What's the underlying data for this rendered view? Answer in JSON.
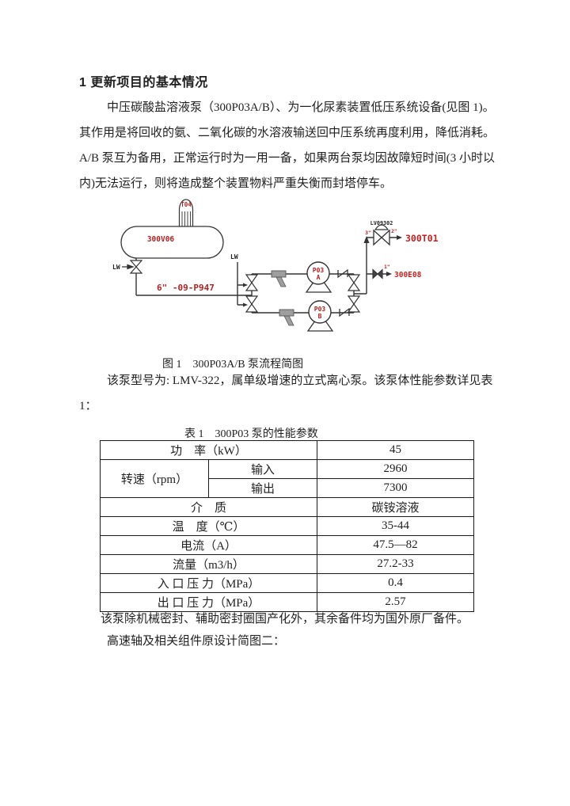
{
  "colors": {
    "accent_red": "#b22222",
    "accent_red_bright": "#c51f1f",
    "text": "#1f1f1f",
    "pipe_line": "#333333",
    "strainer_gray": "#9e9e9e"
  },
  "heading": "1 更新项目的基本情况",
  "para1": [
    "中压碳酸盐溶液泵（300P03A/B）、为一化尿素装置低压系统设备(见图 1)。",
    "其作用是将回收的氨、二氧化碳的水溶液输送回中压系统再度利用，降低消耗。",
    "A/B 泵互为备用，正常运行时为一用一备，如果两台泵均因故障短时间(3 小时以",
    "内)无法运行，则将造成整个装置物料严重失衡而封塔停车。"
  ],
  "figure": {
    "caption": "图 1　300P03A/B 泵流程简图",
    "labels": {
      "column_top": "T04",
      "vessel": "300V06",
      "lw_left": "LW",
      "lw_mid": "LW",
      "pipe_spec": "6\" -09-P947",
      "pump_a_line1": "P03",
      "pump_a_line2": "A",
      "pump_b_line1": "P03",
      "pump_b_line2": "B",
      "control_valve": "LV09302",
      "size_3in": "3\"",
      "size_2in": "2\"",
      "size_1in": "1\"",
      "dest_top": "300T01",
      "dest_mid": "300E08"
    }
  },
  "para2": [
    "该泵型号为: LMV-322，属单级增速的立式离心泵。该泵体性能参数详见表",
    "1："
  ],
  "table": {
    "title": "表 1　300P03 泵的性能参数",
    "power_label": "功　率（kW）",
    "power_value": "45",
    "speed_label": "转速（rpm）",
    "speed_in_label": "输入",
    "speed_in_value": "2960",
    "speed_out_label": "输出",
    "speed_out_value": "7300",
    "medium_label": "介　质",
    "medium_value": "碳铵溶液",
    "temp_label": "温　度（℃）",
    "temp_value": "35-44",
    "current_label": "电流（A）",
    "current_value": "47.5—82",
    "flow_label": "流量（m3/h）",
    "flow_value": "27.2-33",
    "inlet_label": "入 口 压 力（MPa）",
    "inlet_value": "0.4",
    "outlet_label": "出 口 压 力（MPa）",
    "outlet_value": "2.57"
  },
  "para3": "该泵除机械密封、辅助密封圈国产化外，其余备件均为国外原厂备件。",
  "para4": "高速轴及相关组件原设计简图二："
}
